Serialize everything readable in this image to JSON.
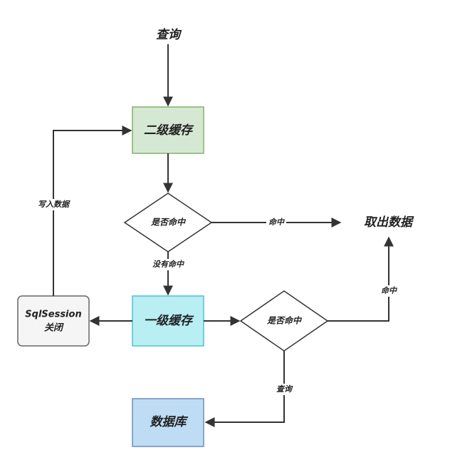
{
  "nodes": {
    "query_start": "查询",
    "l2_cache": "二级缓存",
    "decision_1": "是否命中",
    "fetch_data": "取出数据",
    "l1_cache": "一级缓存",
    "session_close_line1": "SqlSession",
    "session_close_line2": "关闭",
    "decision_2": "是否命中",
    "database": "数据库"
  },
  "edges": {
    "hit_1": "命中",
    "miss_1": "没有命中",
    "hit_2": "命中",
    "query_db": "查询",
    "write_back": "写入数据"
  },
  "colors": {
    "l2_fill": "#d5e8d4",
    "l2_stroke": "#82b366",
    "l1_fill": "#b9eef2",
    "l1_stroke": "#4fc3cf",
    "db_fill": "#bfdcf5",
    "db_stroke": "#6c8ebf",
    "session_fill": "#f5f5f5",
    "session_stroke": "#666666",
    "line": "#333333"
  }
}
